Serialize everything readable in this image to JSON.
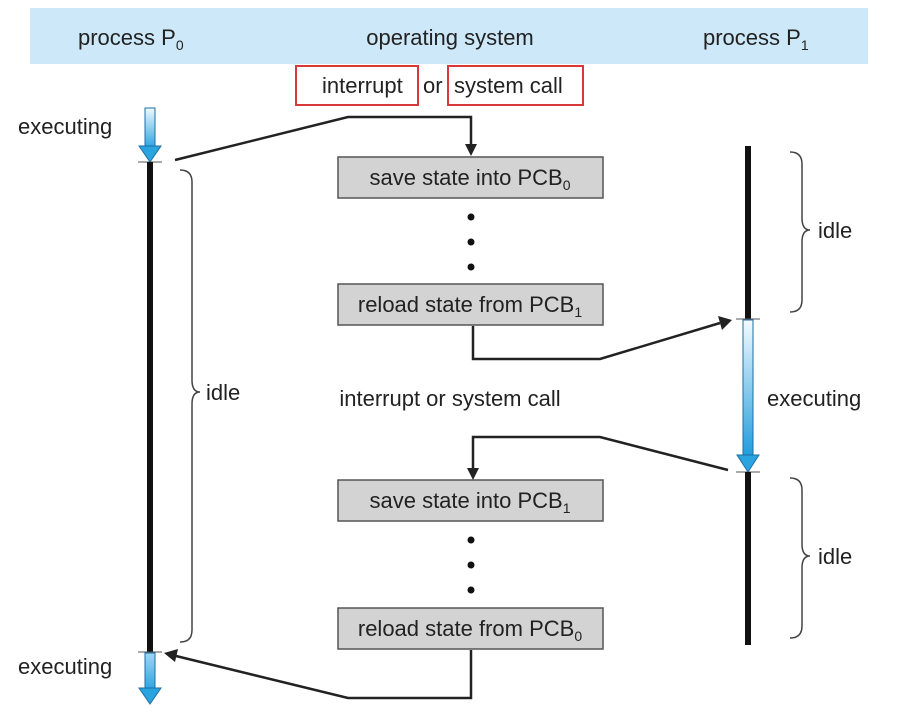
{
  "header": {
    "process0": "process P",
    "process0_sub": "0",
    "os": "operating system",
    "process1": "process P",
    "process1_sub": "1"
  },
  "top_event": {
    "interrupt": "interrupt",
    "or": "or",
    "system_call": "system call"
  },
  "middle_event": "interrupt or system call",
  "labels": {
    "p0_executing_top": "executing",
    "p0_executing_bottom": "executing",
    "p0_idle": "idle",
    "p1_idle_top": "idle",
    "p1_executing": "executing",
    "p1_idle_bottom": "idle"
  },
  "boxes": [
    {
      "text": "save state into PCB",
      "sub": "0"
    },
    {
      "text": "reload state from PCB",
      "sub": "1"
    },
    {
      "text": "save state into PCB",
      "sub": "1"
    },
    {
      "text": "reload state from PCB",
      "sub": "0"
    }
  ],
  "colors": {
    "header_bg": "#cde8f8",
    "highlight_border": "#d9383a",
    "box_fill": "#d3d3d3",
    "arrow_blue": "#3ab0e6"
  }
}
